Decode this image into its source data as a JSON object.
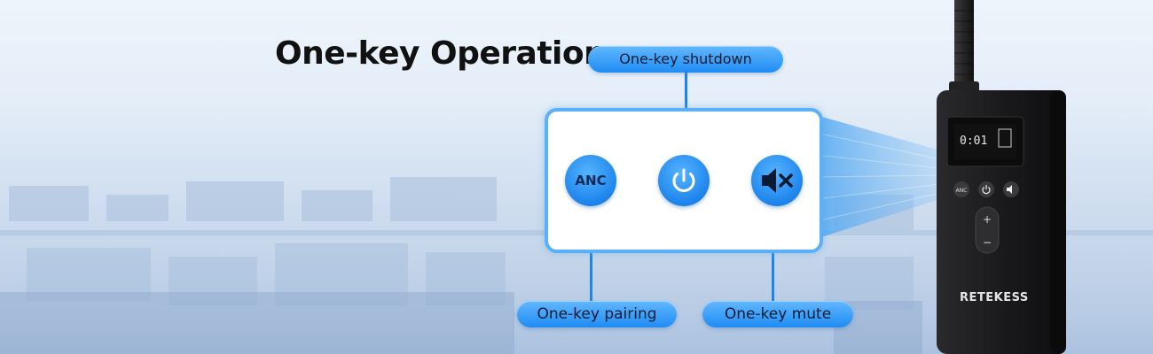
{
  "title": "One-key Operation",
  "callouts": {
    "shutdown": "One-key shutdown",
    "pairing": "One-key pairing",
    "mute": "One-key mute"
  },
  "buttons": {
    "anc_label": "ANC",
    "power_icon": "power-icon",
    "mute_icon": "speaker-mute-icon"
  },
  "device": {
    "brand": "RETEKESS",
    "display_text": "0:01",
    "small_buttons": [
      "ANC",
      "power",
      "mute"
    ],
    "volume_plus": "+",
    "volume_minus": "−"
  },
  "colors": {
    "accent": "#1f8cf3",
    "panel_border": "#5cb0f5",
    "device_body": "#1c1c1e"
  }
}
